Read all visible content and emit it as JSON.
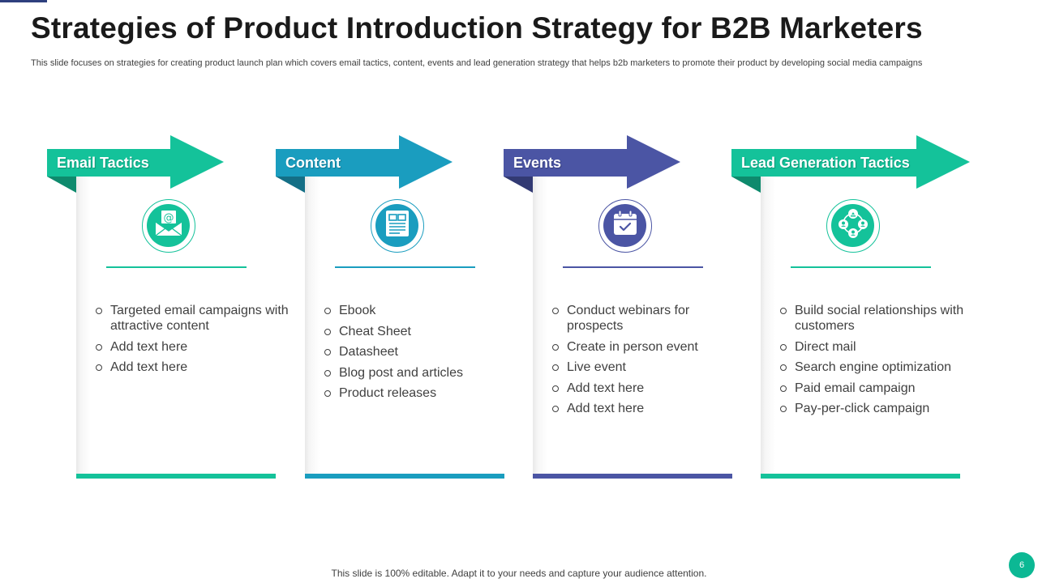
{
  "slide": {
    "title": "Strategies of Product Introduction Strategy for B2B Marketers",
    "subtitle": "This slide focuses on strategies for creating product launch plan which covers email tactics, content, events and lead generation strategy that helps b2b marketers to promote their product by developing social media campaigns",
    "footer_note": "This slide is 100% editable. Adapt it to your  needs and capture your audience attention.",
    "page_number": "6"
  },
  "columns": [
    {
      "label": "Email Tactics",
      "color": "#14c29a",
      "fold_color": "#0e8a6d",
      "icon": "email-icon",
      "items": [
        "Targeted email campaigns with attractive content",
        "Add text here",
        "Add text here"
      ]
    },
    {
      "label": "Content",
      "color": "#1a9dbf",
      "fold_color": "#146f86",
      "icon": "document-icon",
      "items": [
        "Ebook",
        "Cheat Sheet",
        "Datasheet",
        "Blog post and articles",
        "Product releases"
      ]
    },
    {
      "label": "Events",
      "color": "#4b55a4",
      "fold_color": "#323a73",
      "icon": "calendar-icon",
      "items": [
        "Conduct webinars for prospects",
        "Create in person event",
        "Live event",
        "Add text here",
        "Add text here"
      ]
    },
    {
      "label": "Lead Generation Tactics",
      "color": "#14c29a",
      "fold_color": "#0e8a6d",
      "icon": "network-icon",
      "items": [
        "Build social relationships with customers",
        "Direct mail",
        "Search engine optimization",
        "Paid email campaign",
        "Pay-per-click campaign"
      ]
    }
  ]
}
